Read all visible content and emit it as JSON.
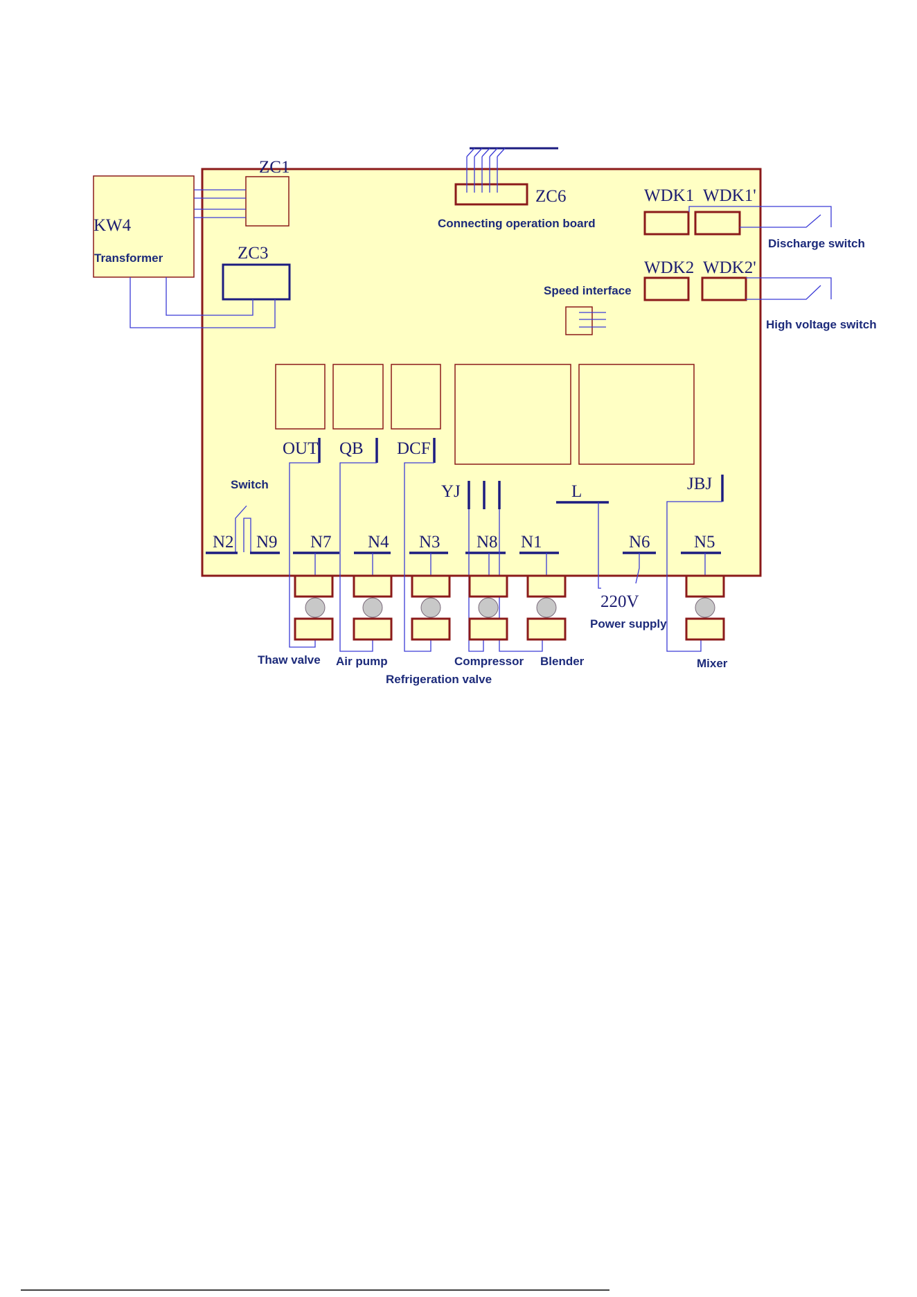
{
  "labels": {
    "zc1": "ZC1",
    "zc3": "ZC3",
    "zc6": "ZC6",
    "kw4": "KW4",
    "transformer": "Transformer",
    "connecting_operation_board": "Connecting operation board",
    "wdk1": "WDK1",
    "wdk1p": "WDK1'",
    "wdk2": "WDK2",
    "wdk2p": "WDK2'",
    "discharge_switch": "Discharge switch",
    "high_voltage_switch": "High voltage switch",
    "speed_interface": "Speed interface",
    "out": "OUT",
    "qb": "QB",
    "dcf": "DCF",
    "yj": "YJ",
    "l": "L",
    "jbj": "JBJ",
    "switch": "Switch",
    "n2": "N2",
    "n9": "N9",
    "n7": "N7",
    "n4": "N4",
    "n3": "N3",
    "n8": "N8",
    "n1": "N1",
    "n6": "N6",
    "n5": "N5",
    "v220": "220V",
    "power_supply": "Power supply",
    "thaw_valve": "Thaw valve",
    "air_pump": "Air pump",
    "refrigeration_valve": "Refrigeration valve",
    "compressor": "Compressor",
    "blender": "Blender",
    "mixer": "Mixer"
  },
  "colors": {
    "board_fill": "#ffffc4",
    "board_border": "#8b1a1a",
    "wire": "#3a3ad6",
    "terminal": "#1c1c80",
    "coil": "#c8c8c8"
  }
}
